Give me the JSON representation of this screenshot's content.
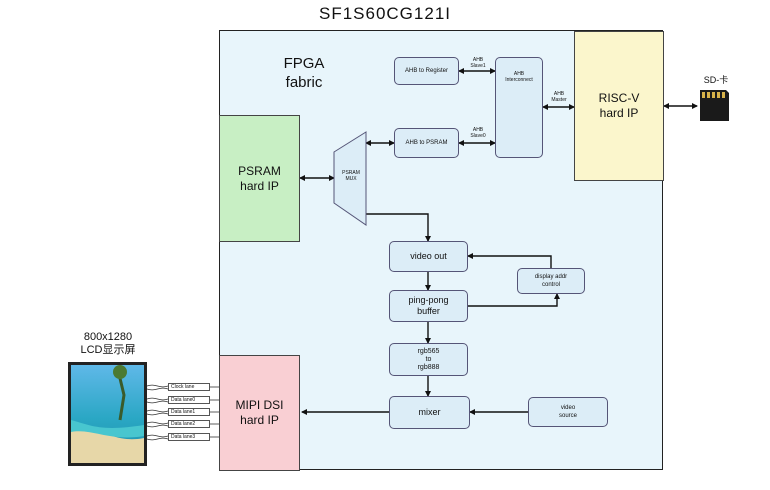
{
  "title": "SF1S60CG121I",
  "fpga": {
    "line1": "FPGA",
    "line2": "fabric"
  },
  "hard_ips": {
    "psram": {
      "line1": "PSRAM",
      "line2": "hard IP"
    },
    "riscv": {
      "line1": "RISC-V",
      "line2": "hard IP"
    },
    "mipi": {
      "line1": "MIPI DSI",
      "line2": "hard IP"
    }
  },
  "blocks": {
    "ahb_to_register": "AHB to Register",
    "ahb_to_psram": "AHB to PSRAM",
    "ahb_interconnect_line1": "AHB",
    "ahb_interconnect_line2": "Interconnect",
    "psram_mux_line1": "PSRAM",
    "psram_mux_line2": "MUX",
    "video_out": "video out",
    "display_addr_line1": "display addr",
    "display_addr_line2": "control",
    "pingpong_line1": "ping-pong",
    "pingpong_line2": "buffer",
    "rgb_line1": "rgb565",
    "rgb_line2": "to",
    "rgb_line3": "rgb888",
    "mixer": "mixer",
    "video_source_line1": "video",
    "video_source_line2": "source"
  },
  "port_labels": {
    "slave1_line1": "AHB",
    "slave1_line2": "Slave1",
    "slave0_line1": "AHB",
    "slave0_line2": "Slave0",
    "master_line1": "AHB",
    "master_line2": "Master"
  },
  "sd_card": "SD-卡",
  "lcd": {
    "line1": "800x1280",
    "line2": "LCD显示屏"
  },
  "lanes": [
    "Clock lane",
    "Data lane0",
    "Data lane1",
    "Data lane2",
    "Data lane3"
  ]
}
